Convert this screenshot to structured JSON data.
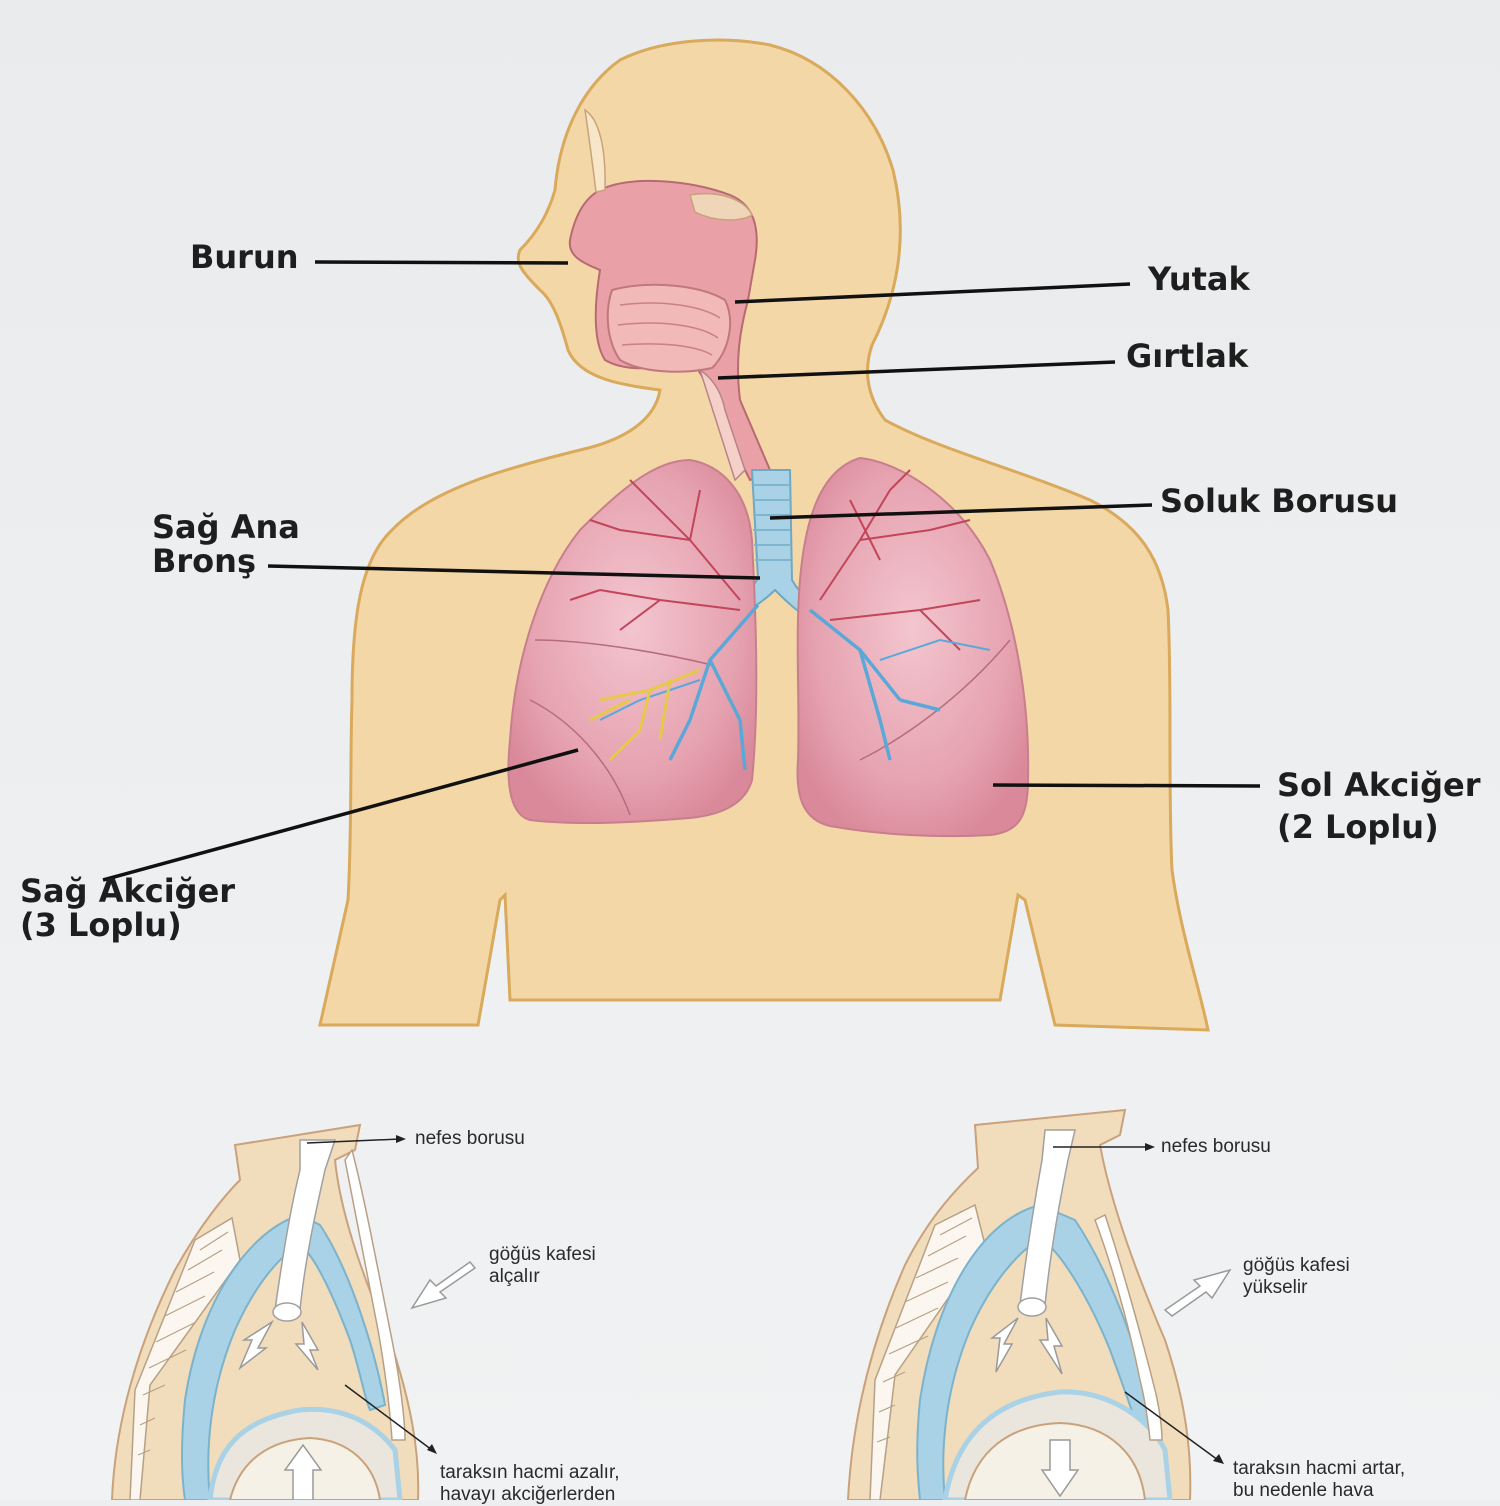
{
  "labels": {
    "burun": "Burun",
    "yutak": "Yutak",
    "girtlak": "Gırtlak",
    "soluk_borusu": "Soluk Borusu",
    "sag_ana_brons_line1": "Sağ Ana",
    "sag_ana_brons_line2": "Bronş",
    "sol_akciger_line1": "Sol Akciğer",
    "sol_akciger_line2": "(2 Loplu)",
    "sag_akciger_line1": "Sağ Akciğer",
    "sag_akciger_line2": "(3 Loplu)"
  },
  "exhale": {
    "trachea": "nefes borusu",
    "chest_line1": "göğüs kafesi",
    "chest_line2": "alçalır",
    "volume_line1": "taraksın hacmi azalır,",
    "volume_line2": "havayı akciğerlerden"
  },
  "inhale": {
    "trachea": "nefes borusu",
    "chest_line1": "göğüs kafesi",
    "chest_line2": "yükselir",
    "volume_line1": "taraksın hacmi artar,",
    "volume_line2": "bu nedenle hava"
  },
  "colors": {
    "skin": "#f4d7a6",
    "skin_outline": "#d9a95c",
    "lung": "#e8a7b3",
    "airway": "#a9d2e6",
    "vessel_red": "#c2455a",
    "vessel_blue": "#5aa8d8",
    "vessel_yellow": "#e6c84a"
  }
}
